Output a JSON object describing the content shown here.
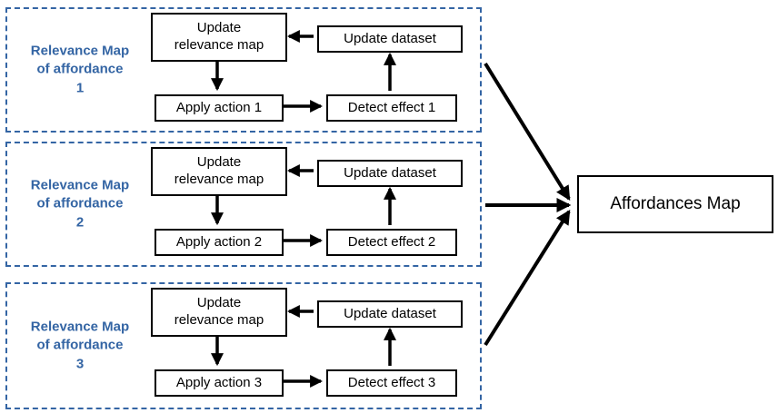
{
  "groups": [
    {
      "label": "Relevance Map\nof affordance\n1",
      "update_relevance": "Update\nrelevance map",
      "update_dataset": "Update dataset",
      "apply_action": "Apply action 1",
      "detect_effect": "Detect effect 1"
    },
    {
      "label": "Relevance Map\nof affordance\n2",
      "update_relevance": "Update\nrelevance map",
      "update_dataset": "Update dataset",
      "apply_action": "Apply action 2",
      "detect_effect": "Detect effect 2"
    },
    {
      "label": "Relevance Map\nof affordance\n3",
      "update_relevance": "Update\nrelevance map",
      "update_dataset": "Update dataset",
      "apply_action": "Apply action 3",
      "detect_effect": "Detect effect 3"
    }
  ],
  "output_label": "Affordances Map",
  "colors": {
    "group_border": "#3465a4",
    "group_label_text": "#3465a4",
    "node_border": "#000000",
    "arrow": "#000000",
    "background": "#ffffff"
  }
}
